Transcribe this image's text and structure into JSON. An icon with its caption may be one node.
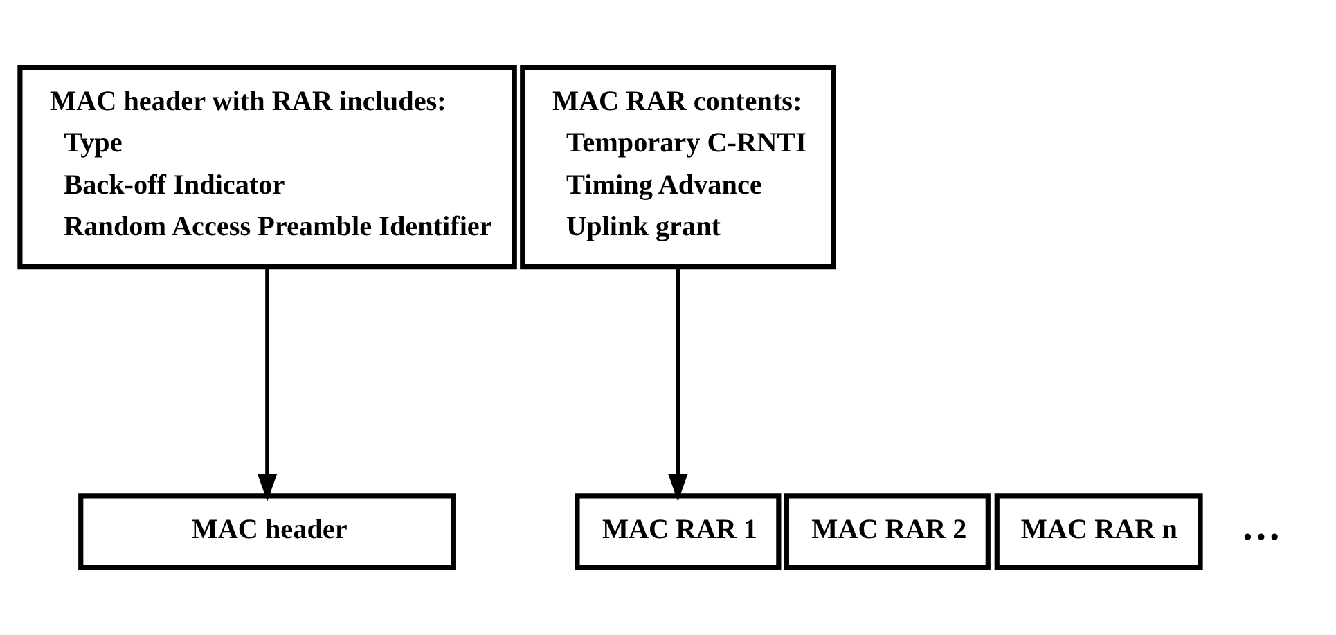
{
  "diagram": {
    "nodes": [
      {
        "text": [
          "MAC header with RAR includes:",
          "Type",
          "Back-off Indicator",
          "Random Access Preamble Identifier"
        ]
      },
      {
        "text": [
          "MAC RAR contents:",
          "Temporary C-RNTI",
          "Timing Advance",
          "Uplink grant"
        ]
      },
      {
        "text": [
          "MAC header"
        ]
      },
      {
        "text": [
          "MAC RAR 1"
        ]
      },
      {
        "text": [
          "MAC RAR 2"
        ]
      },
      {
        "text": [
          "MAC RAR n"
        ]
      }
    ],
    "edges": [
      {
        "from": 0,
        "to": 2,
        "arrow": "to"
      },
      {
        "from": 1,
        "to": 3,
        "arrow": "to"
      }
    ],
    "labels": [
      "…"
    ]
  }
}
